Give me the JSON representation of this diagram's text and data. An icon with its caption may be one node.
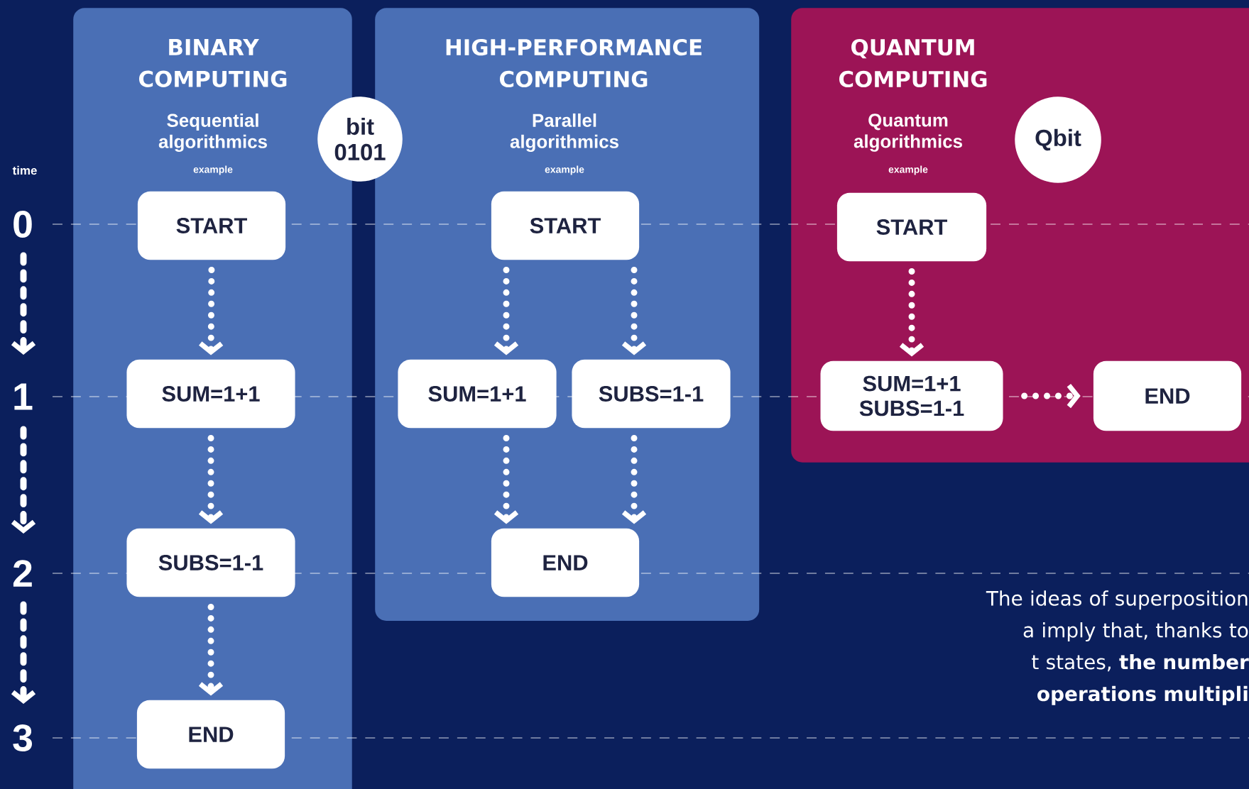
{
  "diagram": {
    "nodes": [
      {
        "text": [
          "BINARY COMPUTING",
          "Sequential algorithmics",
          "example"
        ]
      },
      {
        "text": [
          "bit 0101"
        ]
      },
      {
        "text": [
          "START"
        ],
        "in": 0
      },
      {
        "text": [
          "SUM=1+1"
        ],
        "in": 0
      },
      {
        "text": [
          "SUBS=1-1"
        ],
        "in": 0
      },
      {
        "text": [
          "END"
        ],
        "in": 0
      },
      {
        "text": [
          "HIGH-PERFORMANCE COMPUTING",
          "Parallel algorithmics",
          "example"
        ]
      },
      {
        "text": [
          "START"
        ],
        "in": 6
      },
      {
        "text": [
          "SUM=1+1"
        ],
        "in": 6
      },
      {
        "text": [
          "SUBS=1-1"
        ],
        "in": 6
      },
      {
        "text": [
          "END"
        ],
        "in": 6
      },
      {
        "text": [
          "QUANTUM COMPUTING",
          "Quantum algorithmics",
          "example"
        ]
      },
      {
        "text": [
          "Qbit"
        ],
        "in": 11
      },
      {
        "text": [
          "START"
        ],
        "in": 11
      },
      {
        "text": [
          "SUM=1+1 SUBS=1-1"
        ],
        "in": 11
      },
      {
        "text": [
          "END"
        ],
        "in": 11
      }
    ],
    "edges": [
      {
        "from": 2,
        "to": 3,
        "arrow": "to"
      },
      {
        "from": 3,
        "to": 4,
        "arrow": "to"
      },
      {
        "from": 4,
        "to": 5,
        "arrow": "to"
      },
      {
        "from": 7,
        "to": 8,
        "arrow": "to"
      },
      {
        "from": 7,
        "to": 9,
        "arrow": "to"
      },
      {
        "from": 8,
        "to": 10,
        "arrow": "to"
      },
      {
        "from": 9,
        "to": 10,
        "arrow": "to"
      },
      {
        "from": 13,
        "to": 14,
        "arrow": "to"
      },
      {
        "from": 14,
        "to": 15,
        "arrow": "to"
      }
    ],
    "labels": [
      "time",
      "0",
      "1",
      "2",
      "3",
      "The ideas of superposition a imply that, thanks to t states, **the number operations multipli**"
    ]
  }
}
